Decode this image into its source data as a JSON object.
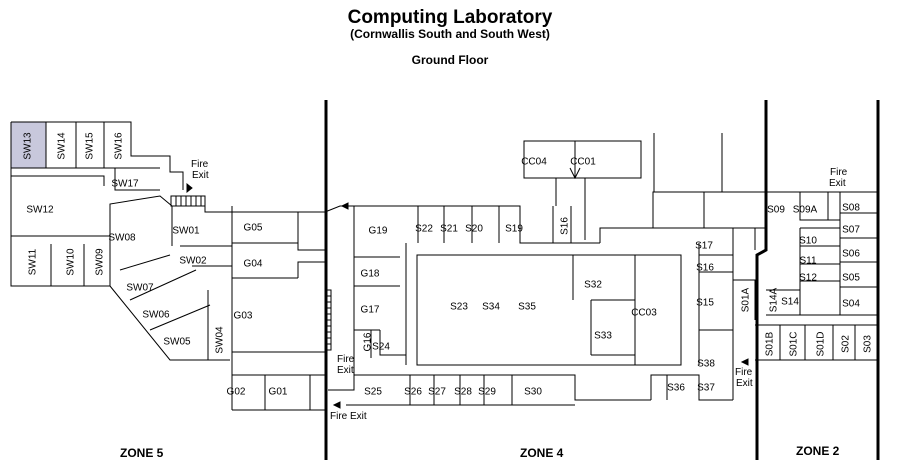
{
  "header": {
    "title": "Computing Laboratory",
    "subtitle": "(Cornwallis South and South West)",
    "floor": "Ground Floor"
  },
  "zones": [
    "ZONE 5",
    "ZONE 4",
    "ZONE 2"
  ],
  "exits": {
    "fire_exit_label": "Fire Exit",
    "fire_label": "Fire",
    "exit_label": "Exit"
  },
  "highlight_color": "#c8c8dc",
  "rooms": [
    "SW13",
    "SW14",
    "SW15",
    "SW16",
    "SW17",
    "SW12",
    "SW08",
    "SW01",
    "SW11",
    "SW10",
    "SW09",
    "SW02",
    "SW07",
    "SW06",
    "SW05",
    "SW04",
    "G05",
    "G04",
    "G03",
    "G02",
    "G01",
    "CC04",
    "CC01",
    "G19",
    "S22",
    "S21",
    "S20",
    "S19",
    "S16",
    "S17",
    "S16",
    "G18",
    "G17",
    "G16",
    "S24",
    "S23",
    "S34",
    "S35",
    "S32",
    "S33",
    "CC03",
    "S15",
    "S01A",
    "S14A",
    "S38",
    "S36",
    "S37",
    "S25",
    "S26",
    "S27",
    "S28",
    "S29",
    "S30",
    "S09",
    "S09A",
    "S08",
    "S07",
    "S10",
    "S11",
    "S06",
    "S12",
    "S05",
    "S14",
    "S04",
    "S01B",
    "S01C",
    "S01D",
    "S02",
    "S03"
  ]
}
